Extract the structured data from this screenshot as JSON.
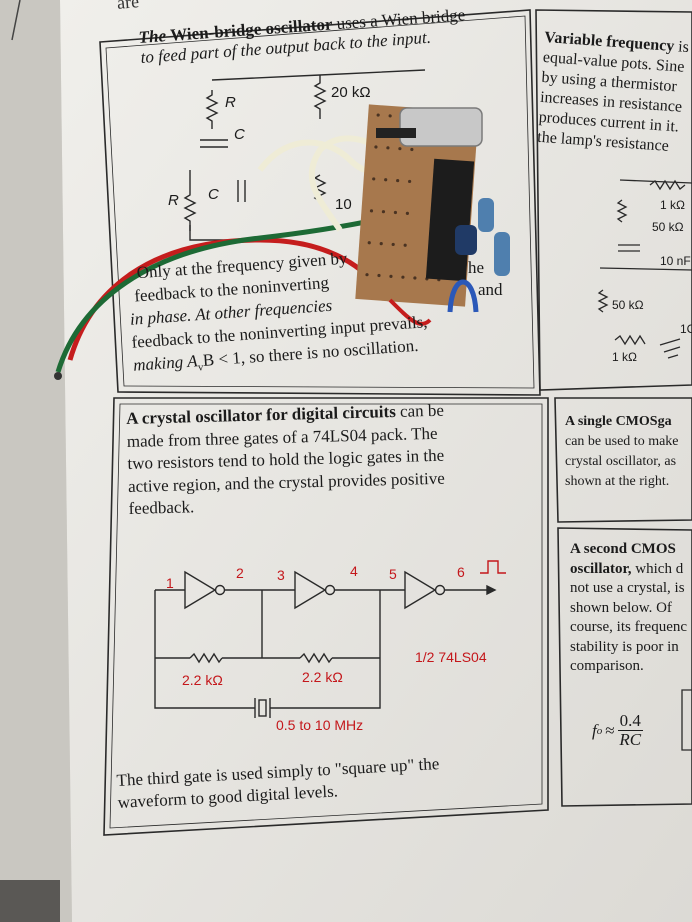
{
  "page_top_fragment": "are",
  "wien": {
    "title": "Wien-bridge oscillator",
    "line1_prefix": "The",
    "line1_suffix": "uses a Wien bridge",
    "line2": "to feed part of the output back to the input.",
    "r_top_label": "20 kΩ",
    "r_label": "R",
    "c_label": "C",
    "r_label_2": "R",
    "c_label_2": "C",
    "partial_10": "10",
    "body_lines": [
      "Only at the frequency given by",
      "feedback to the noninverting",
      "in phase.  At other frequencies",
      "feedback to the noninverting input prevails,",
      "making A",
      "B < 1, so there is no oscillation."
    ],
    "subscript_v": "v",
    "the": "he",
    "and": "and"
  },
  "variable": {
    "title": "Variable frequency",
    "lines": [
      "equal-value pots.  Sine",
      "by using a thermistor",
      "increases in resistance",
      "produces current in it.",
      "the lamp's resistance"
    ],
    "is": "is",
    "labels": [
      "1 kΩ",
      "50 kΩ",
      "10 nF",
      "50 kΩ",
      "1 kΩ",
      "1C"
    ]
  },
  "crystal": {
    "title": "A crystal oscillator for digital circuits",
    "line1_suffix": "can be",
    "lines": [
      "made from three gates of a 74LS04 pack. The",
      "two resistors tend to hold the logic gates in the",
      "active region, and the crystal provides positive",
      "feedback."
    ],
    "pins": [
      "1",
      "2",
      "3",
      "4",
      "5",
      "6"
    ],
    "r1": "2.2 kΩ",
    "r2": "2.2 kΩ",
    "chip": "1/2  74LS04",
    "freq": "0.5 to 10 MHz",
    "footer_lines": [
      "The third gate is used simply to \"square up\" the",
      "waveform to good digital levels."
    ]
  },
  "single_cmos": {
    "title": "A single CMOS",
    "title_partial": "ga",
    "lines": [
      "can be used to make",
      "crystal oscillator, as",
      "shown at the right."
    ]
  },
  "second_cmos": {
    "title1": "A second CMOS",
    "title2": "oscillator,",
    "title2_suffix": "which d",
    "lines": [
      "not use a crystal, is",
      "shown below.  Of",
      "course, its frequenc",
      "stability is poor in",
      "comparison."
    ],
    "formula_lhs": "f",
    "formula_sub": "o",
    "formula_approx": "≈",
    "formula_num": "0.4",
    "formula_den": "RC"
  }
}
